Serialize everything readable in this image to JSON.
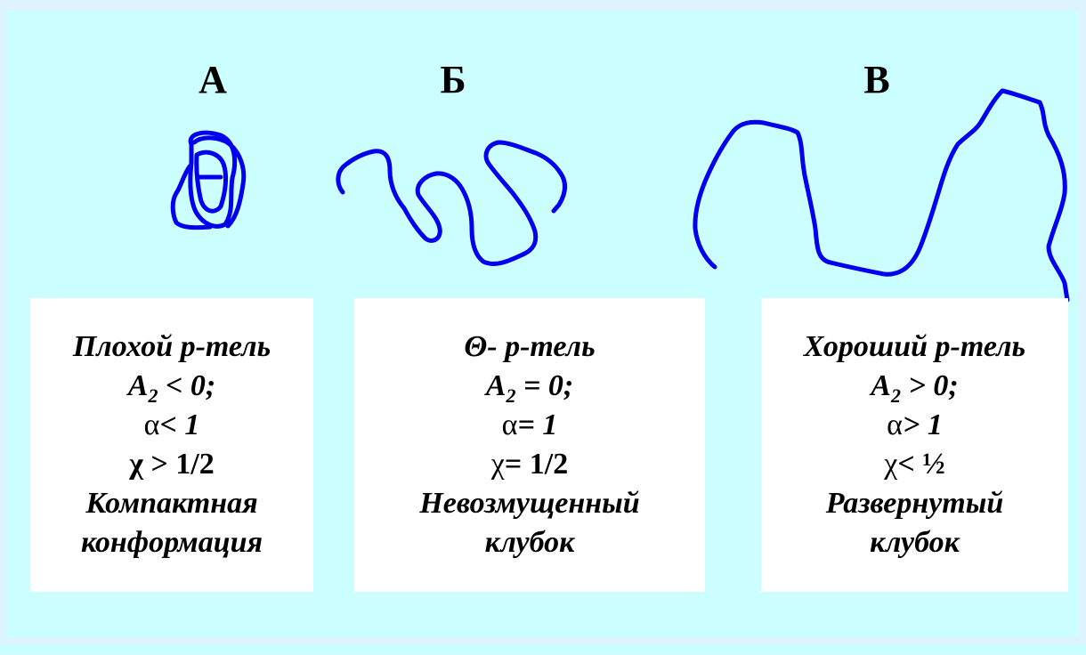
{
  "headings": {
    "a": "А",
    "b": "Б",
    "c": "В"
  },
  "colors": {
    "background": "#ccffff",
    "card": "#ffffff",
    "curve": "#0000ee"
  },
  "cards": {
    "a": {
      "solvent": "Плохой  р-тель",
      "a2_base": "A",
      "a2_sub": "2",
      "a2_rel": " < 0;",
      "alpha_sym": "α",
      "alpha_rel": "< 1",
      "chi_sym": "χ",
      "chi_rel": " > 1/2",
      "state_1": "Компактная",
      "state_2": "конформация"
    },
    "b": {
      "solvent": "Θ- р-тель",
      "a2_base": "A",
      "a2_sub": "2",
      "a2_rel": " = 0;",
      "alpha_sym": "α",
      "alpha_rel": "= 1",
      "chi_sym": "χ",
      "chi_rel": "= 1/2",
      "state_1": "Невозмущенный",
      "state_2": "клубок"
    },
    "c": {
      "solvent": "Хороший р-тель",
      "a2_base": "A",
      "a2_sub": "2",
      "a2_rel": " > 0;",
      "alpha_sym": "α",
      "alpha_rel": "> 1",
      "chi_sym": "χ",
      "chi_rel": "< ½",
      "state_1": "Развернутый",
      "state_2": "клубок"
    }
  }
}
